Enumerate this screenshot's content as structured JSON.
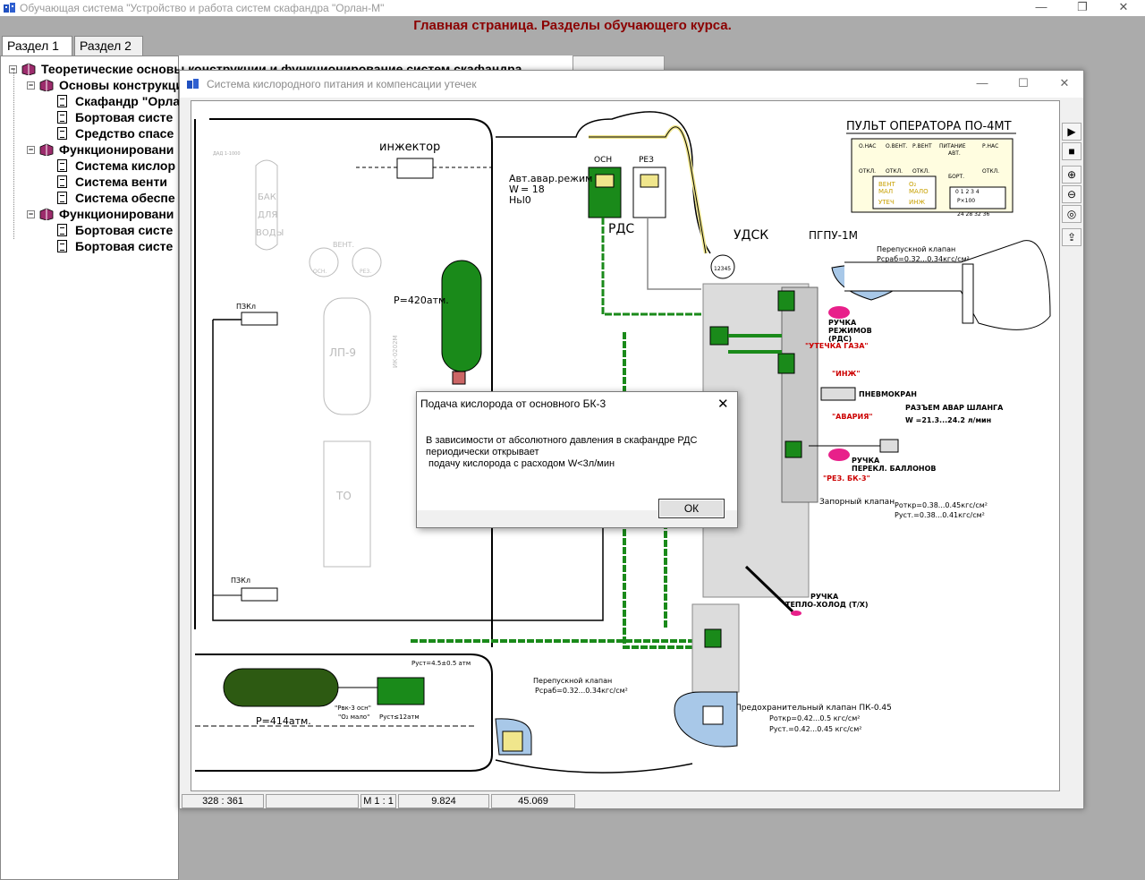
{
  "app": {
    "title": "Обучающая система \"Устройство и работа систем скафандра \"Орлан-М\"",
    "page_heading": "Главная страница. Разделы обучающего курса.",
    "window_controls": {
      "minimize": "—",
      "maximize": "❐",
      "close": "✕"
    }
  },
  "tabs": [
    {
      "label": "Раздел 1",
      "active": true
    },
    {
      "label": "Раздел 2",
      "active": false
    }
  ],
  "tree": [
    {
      "label": "Теоретические основы конструкции и функционирование систем скафандра",
      "level": 0,
      "type": "book",
      "expanded": true
    },
    {
      "label": "Основы конструкции",
      "level": 1,
      "type": "book",
      "expanded": true
    },
    {
      "label": "Скафандр \"Орлан",
      "level": 2,
      "type": "doc"
    },
    {
      "label": "Бортовая систе",
      "level": 2,
      "type": "doc"
    },
    {
      "label": "Средство спасе",
      "level": 2,
      "type": "doc"
    },
    {
      "label": "Функционировани",
      "level": 1,
      "type": "book",
      "expanded": true
    },
    {
      "label": "Система кислор",
      "level": 2,
      "type": "doc"
    },
    {
      "label": "Система венти",
      "level": 2,
      "type": "doc"
    },
    {
      "label": "Система обеспе",
      "level": 2,
      "type": "doc"
    },
    {
      "label": "Функционировани",
      "level": 1,
      "type": "book",
      "expanded": true
    },
    {
      "label": "Бортовая систе",
      "level": 2,
      "type": "doc"
    },
    {
      "label": "Бортовая систе",
      "level": 2,
      "type": "doc"
    }
  ],
  "diagram_window": {
    "title": "Система кислородного питания и компенсации утечек",
    "toolbar": [
      "play-icon",
      "stop-icon",
      "zoom-in-icon",
      "zoom-out-icon",
      "target-icon",
      "export-icon"
    ],
    "status": {
      "coords": "328 : 361",
      "scale": "М 1 : 1",
      "value1": "9.824",
      "value2": "45.069"
    }
  },
  "diagram": {
    "operator_panel_title": "ПУЛЬТ ОПЕРАТОРА ПО-4МТ",
    "injector": "инжектор",
    "osn": "ОСН",
    "rez": "РЕЗ",
    "auto_mode_1": "Авт.авар.режим",
    "auto_mode_2": "W",
    "auto_mode_3": " = 18 ",
    "auto_mode_4": "Ньl0",
    "rds": "РДС",
    "udsk": "УДСК",
    "pgpu": "ПГПУ-1М",
    "bypass_valve_1": "Перепускной клапан",
    "bypass_valve_1_p": "Pсраб=0.32...0.34кгс/см²",
    "handle_modes_1": "РУЧКА",
    "handle_modes_2": "РЕЖИМОВ",
    "handle_modes_3": "(РДС)",
    "gas_leak": "\"УТЕЧКА ГАЗА\"",
    "inzh": "\"ИНЖ\"",
    "pneumo": "ПНЕВМОКРАН",
    "emergency": "\"АВАРИЯ\"",
    "emergency_hose_1": "РАЗЪЕМ АВАР ШЛАНГА",
    "emergency_hose_2": "W  =21.3...24.2 л/мин",
    "handle_balloons_1": "РУЧКА",
    "handle_balloons_2": "ПЕРЕКЛ. БАЛЛОНОВ",
    "rez_bk3": "\"РЕЗ. БК-3\"",
    "shutoff_valve": "Запорный клапан",
    "shutoff_p1": "Pоткр=0.38...0.45кгс/см²",
    "shutoff_p2": "Pуст.=0.38...0.41кгс/см²",
    "handle_heat_1": "РУЧКА",
    "handle_heat_2": "ТЕПЛО-ХОЛОД (Т/Х)",
    "safety_valve": "Предохранительный клапан ПК-0.45",
    "safety_p1": "Pоткр=0.42...0.5 кгс/см²",
    "safety_p2": "Pуст.=0.42...0.45 кгс/см²",
    "bypass_valve_2": "Перепускной клапан",
    "bypass_valve_2_p": "Pсраб=0.32...0.34кгс/см²",
    "p420": "P=420атм.",
    "p414": "P=414атм.",
    "pust45": "Pуст=4.5±0.5 атм",
    "pust12": "Pуст≤12атм",
    "rvk3": "\"Рвк-3 осн\"",
    "o2_low": "\"O₂ мало\"",
    "pzkl": "ПЗКл",
    "pzkl2": "ПЗКл",
    "bak_1": "БАК",
    "bak_2": "ДЛЯ",
    "bak_3": "ВОДЫ",
    "lp9": "ЛП-9",
    "to": "ТО",
    "vent": "ВЕНТ.",
    "osn_small": "ОСН.",
    "rez_small": "РЕЗ.",
    "ik": "ИК-0202М",
    "dad": "ДАД 1-1000",
    "panel_switches": [
      "О.НАС",
      "О.ВЕНТ.",
      "Р.ВЕНТ",
      "ПИТАНИЕ",
      "Р.НАС"
    ],
    "panel_off": "ОТКЛ.",
    "panel_avt": "АВТ.",
    "panel_bort": "БОРТ.",
    "panel_disp_1": "ВЕНТ",
    "panel_disp_2": "МАЛ",
    "panel_disp_3": "O₂",
    "panel_disp_4": "МАЛО",
    "panel_disp_5": "УТЕЧ",
    "panel_disp_6": "ИНЖ",
    "gauge_label": "P×100",
    "gauge_scale_top": "0  1  2  3  4",
    "gauge_scale_bottom": "24 28 32 36",
    "udsk_scale": "12345"
  },
  "dialog": {
    "title": "Подача кислорода от основного БК-3",
    "message": "В зависимости от абсолютного давления в скафандре РДС\nпериодически открывает\n подачу кислорода с расходом W<3л/мин",
    "ok": "ОК"
  },
  "colors": {
    "green": "#1a8a1a",
    "dark_green": "#2d5a12",
    "heading": "#8b0000",
    "pink": "#e8208a",
    "red_text": "#cc0000"
  }
}
